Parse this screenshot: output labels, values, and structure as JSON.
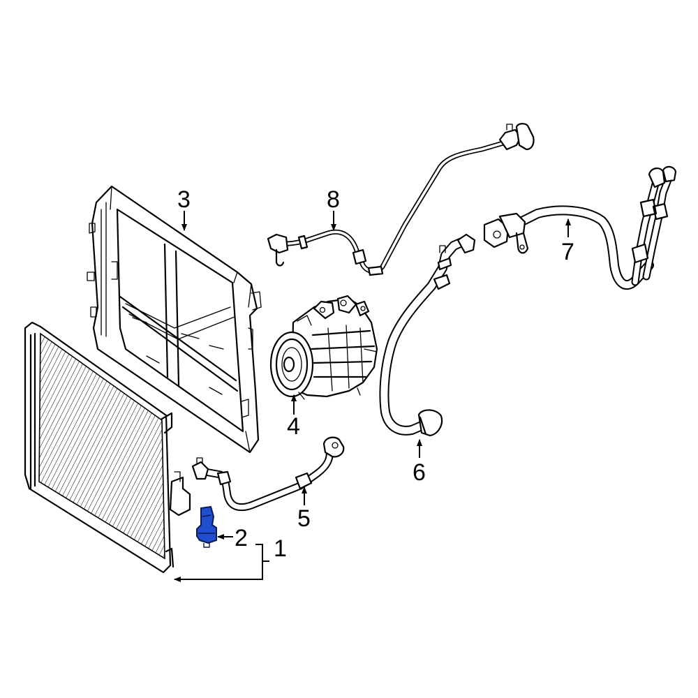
{
  "accent_color": "#1f4fcf",
  "callouts": {
    "c1": "1",
    "c2": "2",
    "c3": "3",
    "c4": "4",
    "c5": "5",
    "c6": "6",
    "c7": "7",
    "c8": "8"
  }
}
